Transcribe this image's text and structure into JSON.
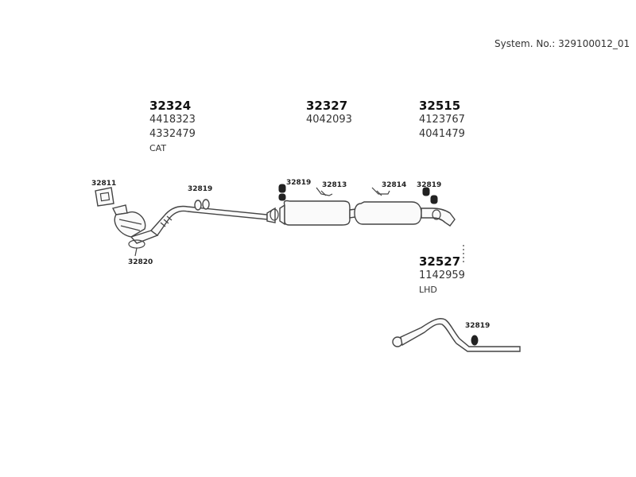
{
  "system_number": "System. No.: 329100012_01",
  "groups": [
    {
      "main": "32324",
      "sub": [
        "4418323",
        "4332479"
      ],
      "note": "CAT"
    },
    {
      "main": "32327",
      "sub": [
        "4042093"
      ],
      "note": ""
    },
    {
      "main": "32515",
      "sub": [
        "4123767",
        "4041479"
      ],
      "note": ""
    },
    {
      "main": "32527",
      "sub": [
        "1142959"
      ],
      "note": "LHD"
    }
  ],
  "callouts": {
    "gasket": "32811",
    "clamp": "32820",
    "hanger_a": "32819",
    "hanger_b": "32819",
    "bracket_a": "32813",
    "bracket_b": "32814",
    "hanger_c": "32819",
    "hanger_d": "32819"
  }
}
